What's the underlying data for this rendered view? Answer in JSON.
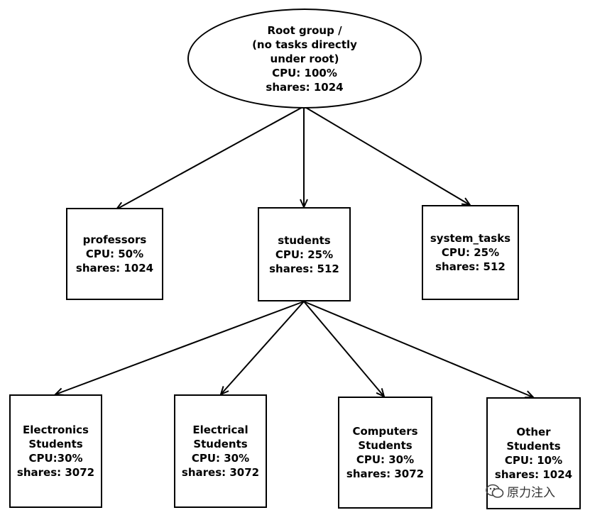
{
  "root": {
    "lines": [
      "Root group /",
      "(no tasks directly",
      "under root)",
      "CPU: 100%",
      "shares: 1024"
    ]
  },
  "professors": {
    "lines": [
      "professors",
      "CPU: 50%",
      "shares: 1024"
    ]
  },
  "students": {
    "lines": [
      "students",
      "CPU: 25%",
      "shares: 512"
    ]
  },
  "system_tasks": {
    "lines": [
      "system_tasks",
      "CPU: 25%",
      "shares: 512"
    ]
  },
  "electronics": {
    "lines": [
      "Electronics",
      "Students",
      "CPU:30%",
      "shares: 3072"
    ]
  },
  "electrical": {
    "lines": [
      "Electrical",
      "Students",
      "CPU: 30%",
      "shares: 3072"
    ]
  },
  "computers": {
    "lines": [
      "Computers",
      "Students",
      "CPU: 30%",
      "shares: 3072"
    ]
  },
  "other": {
    "lines": [
      "Other",
      "Students",
      "CPU: 10%",
      "shares: 1024"
    ]
  },
  "watermark": {
    "text": "原力注入"
  }
}
